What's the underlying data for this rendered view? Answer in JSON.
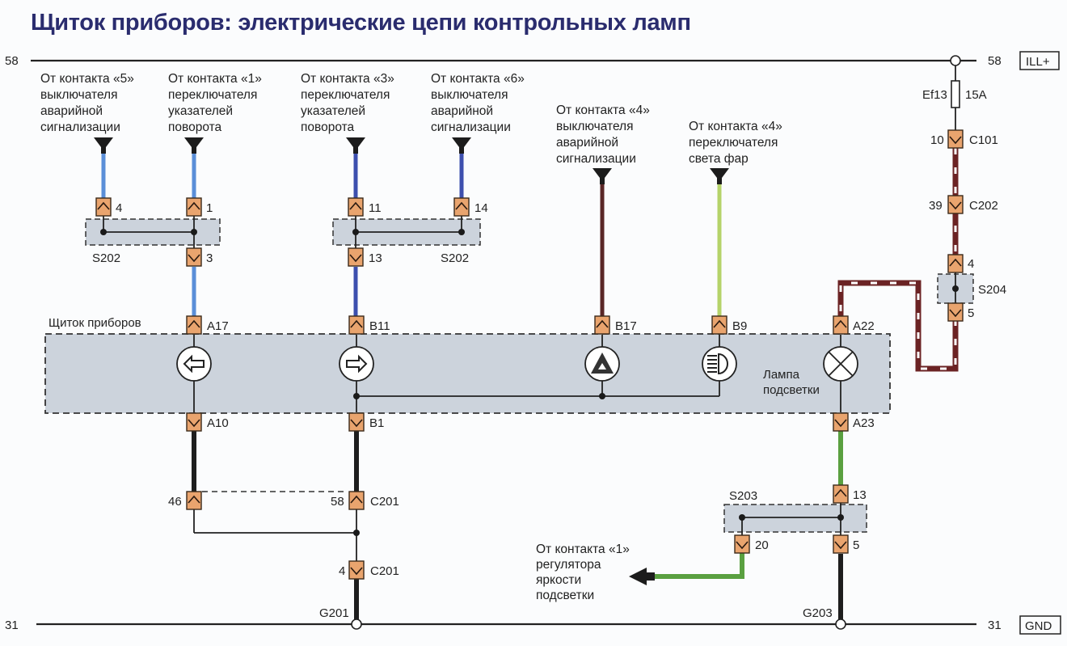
{
  "title": "Щиток приборов: электрические цепи контрольных ламп",
  "colors": {
    "title": "#2a2c6e",
    "wire_light_blue": "#5b8fd8",
    "wire_blue": "#3d4fae",
    "wire_brown": "#5a2626",
    "wire_light_green": "#b5d36a",
    "wire_green": "#5aa040",
    "wire_black": "#1e1e1e",
    "wire_brown_white": "#6b2324",
    "connector_fill": "#e9a46e",
    "module_fill": "#ccd3dc"
  },
  "rails": {
    "top": {
      "left_number": "58",
      "right_number": "58",
      "tag": "ILL+"
    },
    "bottom": {
      "left_number": "31",
      "right_number": "31",
      "tag": "GND"
    }
  },
  "fuse": {
    "id": "Ef13",
    "rating": "15A"
  },
  "sources": [
    {
      "lines": [
        "От контакта «5»",
        "выключателя",
        "аварийной",
        "сигнализации"
      ]
    },
    {
      "lines": [
        "От контакта «1»",
        "переключателя",
        "указателей",
        "поворота"
      ]
    },
    {
      "lines": [
        "От контакта «3»",
        "переключателя",
        "указателей",
        "поворота"
      ]
    },
    {
      "lines": [
        "От контакта «6»",
        "выключателя",
        "аварийной",
        "сигнализации"
      ]
    },
    {
      "lines": [
        "От контакта «4»",
        "выключателя",
        "аварийной",
        "сигнализации"
      ]
    },
    {
      "lines": [
        "От контакта «4»",
        "переключателя",
        "света фар"
      ]
    },
    {
      "lines": [
        "От контакта «1»",
        "регулятора",
        "яркости",
        "подсветки"
      ]
    }
  ],
  "splices": {
    "s202_left": {
      "name": "S202",
      "pins": [
        "4",
        "1",
        "3"
      ]
    },
    "s202_right": {
      "name": "S202",
      "pins": [
        "11",
        "14",
        "13"
      ]
    },
    "s204": {
      "name": "S204",
      "pins": [
        "4",
        "5"
      ]
    },
    "s203": {
      "name": "S203",
      "pins": [
        "13",
        "20",
        "5"
      ]
    }
  },
  "connectors": {
    "c101": {
      "pin": "10",
      "name": "C101"
    },
    "c202": {
      "pin": "39",
      "name": "C202"
    },
    "c201_left": {
      "pin": "46"
    },
    "c201_mid": {
      "pin": "58",
      "name": "C201"
    },
    "c201_low": {
      "pin": "4",
      "name": "C201"
    }
  },
  "cluster": {
    "label": "Щиток приборов",
    "pins_top": [
      "A17",
      "B11",
      "B17",
      "B9",
      "A22"
    ],
    "pins_bottom": [
      "A10",
      "B1",
      "A23"
    ],
    "lamps": [
      {
        "icon": "turn-left-arrow"
      },
      {
        "icon": "turn-right-arrow"
      },
      {
        "icon": "hazard-triangle"
      },
      {
        "icon": "high-beam"
      },
      {
        "icon": "illumination-lamp",
        "label_lines": [
          "Лампа",
          "подсветки"
        ]
      }
    ]
  },
  "grounds": {
    "g201": "G201",
    "g203": "G203"
  }
}
